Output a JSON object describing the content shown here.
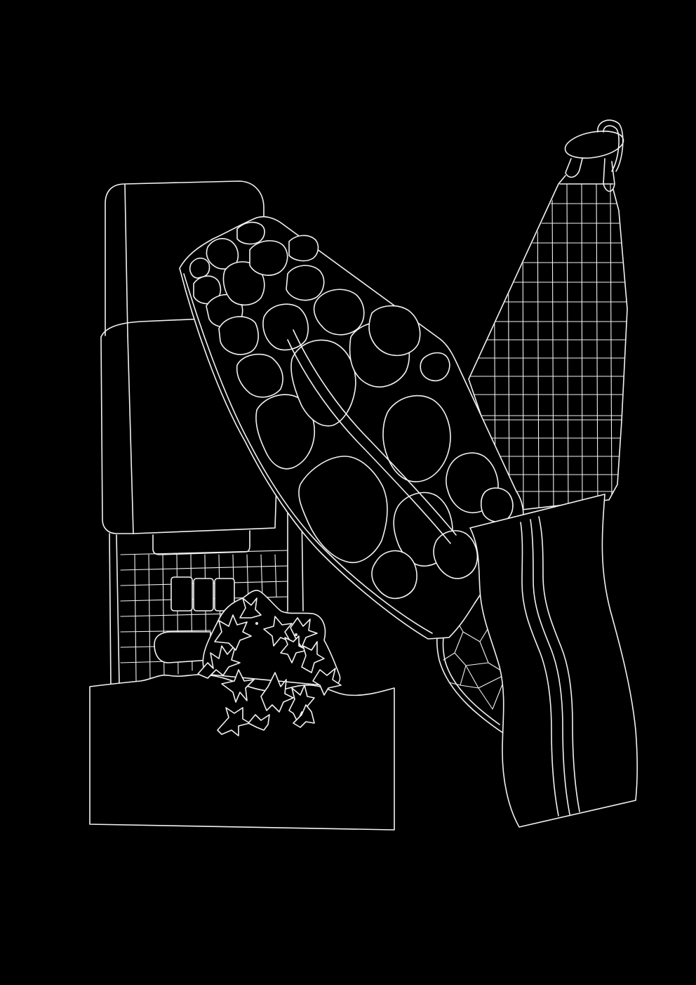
{
  "artwork": {
    "background_color": "#000000",
    "line_color": "#f2f2f2",
    "objects": [
      "refrigerator",
      "tiled-slab",
      "woven-basket-bag",
      "stone-block",
      "ivy-leaves",
      "striped-towel",
      "geodesic-dome"
    ]
  }
}
